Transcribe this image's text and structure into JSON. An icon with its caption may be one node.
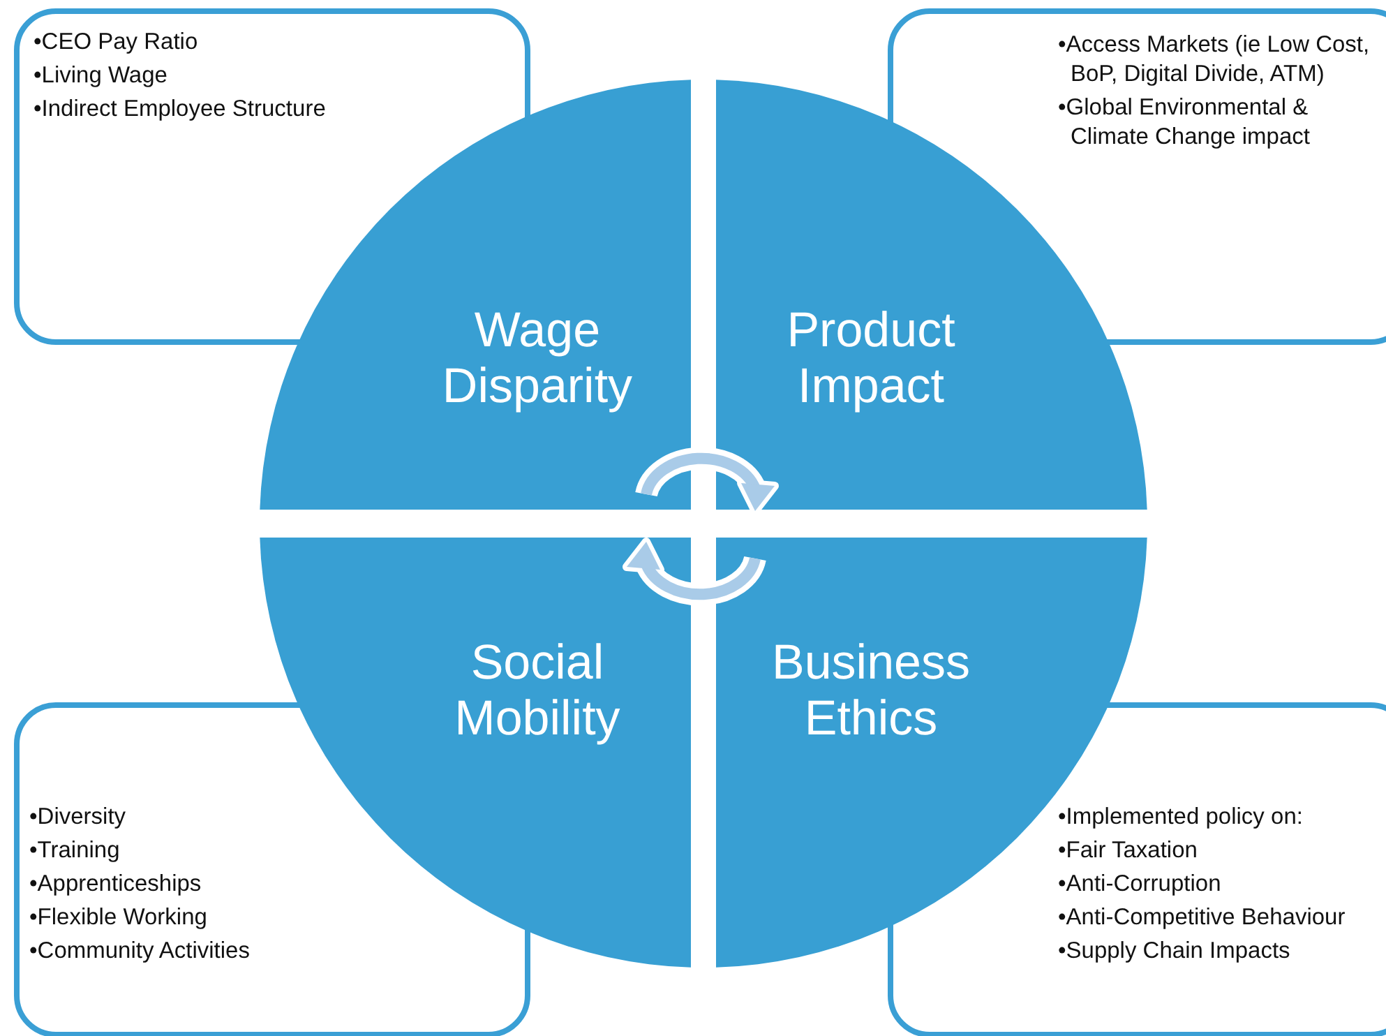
{
  "diagram": {
    "nodes": [
      {
        "text": [
          "•CEO Pay Ratio",
          "•Living Wage",
          "•Indirect Employee Structure"
        ]
      },
      {
        "text": [
          "•Access Markets (ie Low Cost, BoP, Digital Divide, ATM)",
          "•Global Environmental & Climate Change impact"
        ]
      },
      {
        "text": [
          "Wage Disparity"
        ]
      },
      {
        "text": [
          "Product Impact"
        ]
      },
      {
        "text": [
          "Social Mobility"
        ]
      },
      {
        "text": [
          "Business Ethics"
        ]
      },
      {
        "text": [
          "•Diversity",
          "•Training",
          "•Apprenticeships",
          "•Flexible Working",
          "•Community Activities"
        ]
      },
      {
        "text": [
          "•Implemented policy on:",
          "•Fair Taxation",
          "•Anti-Corruption",
          "•Anti-Competitive Behaviour",
          "•Supply Chain Impacts"
        ]
      }
    ],
    "edges": []
  }
}
